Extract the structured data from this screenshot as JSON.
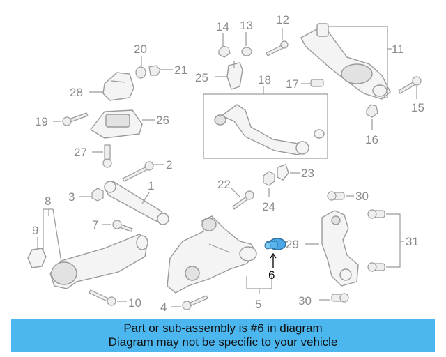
{
  "labels": {
    "l1": "1",
    "l2": "2",
    "l3": "3",
    "l4": "4",
    "l5": "5",
    "l6": "6",
    "l7": "7",
    "l8": "8",
    "l9": "9",
    "l10": "10",
    "l11": "11",
    "l12": "12",
    "l13": "13",
    "l14": "14",
    "l15": "15",
    "l16": "16",
    "l17": "17",
    "l18": "18",
    "l19": "19",
    "l20": "20",
    "l21": "21",
    "l22": "22",
    "l23": "23",
    "l24": "24",
    "l25": "25",
    "l26": "26",
    "l27": "27",
    "l28": "28",
    "l29": "29",
    "l30a": "30",
    "l30b": "30",
    "l31": "31"
  },
  "highlight": {
    "part_number": "6",
    "color": "#4aa8e8"
  },
  "banner": {
    "line1": "Part or sub-assembly is #6 in diagram",
    "line2": "Diagram may not be specific to your vehicle",
    "color": "#4cb6ef"
  }
}
